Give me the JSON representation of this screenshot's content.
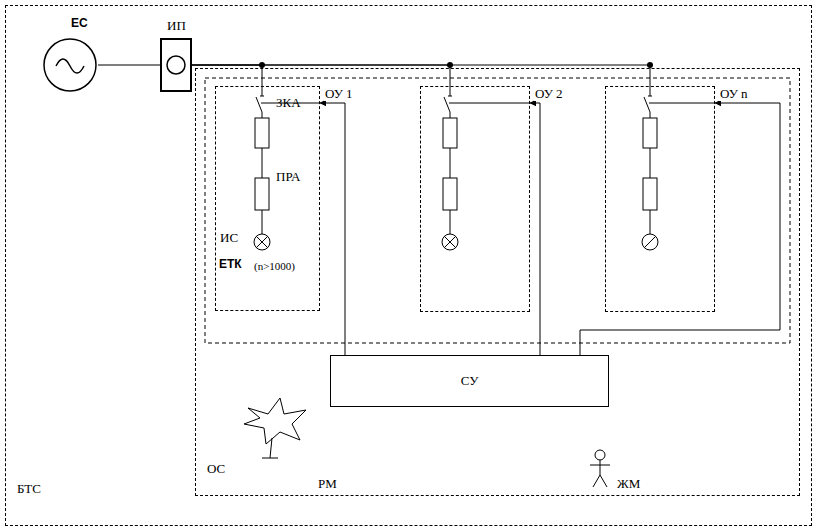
{
  "diagram": {
    "nodes": [
      {
        "text": [
          "БТС"
        ]
      },
      {
        "text": [
          "ЕС"
        ],
        "in": 0
      },
      {
        "text": [
          "ИП"
        ],
        "in": 0
      },
      {
        "text": [
          "ОС"
        ],
        "in": 0
      },
      {
        "text": [
          "ОУ 1"
        ],
        "in": 3
      },
      {
        "text": [
          "ОУ 2"
        ],
        "in": 3
      },
      {
        "text": [
          "ОУ n"
        ],
        "in": 3
      },
      {
        "text": [
          "СУ"
        ],
        "in": 3
      }
    ],
    "edges": [
      {
        "from": 1,
        "to": 2,
        "arrow": "none"
      },
      {
        "from": 2,
        "to": 4,
        "arrow": "none"
      },
      {
        "from": 2,
        "to": 5,
        "arrow": "none"
      },
      {
        "from": 2,
        "to": 6,
        "arrow": "none"
      },
      {
        "from": 7,
        "to": 4,
        "arrow": "to"
      },
      {
        "from": 7,
        "to": 5,
        "arrow": "to"
      },
      {
        "from": 7,
        "to": 6,
        "arrow": "to"
      }
    ],
    "labels": [
      "ЗКА",
      "ПРА",
      "ИС",
      "ЕТК",
      "(n>1000)",
      "РМ",
      "ЖМ"
    ]
  }
}
